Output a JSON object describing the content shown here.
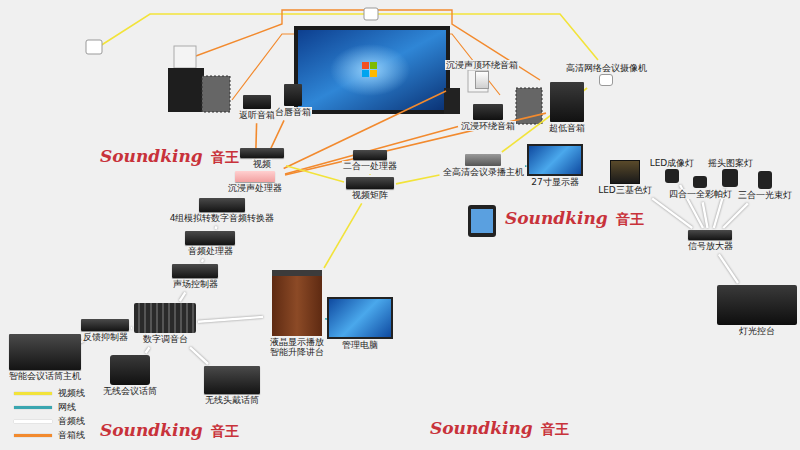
{
  "diagram": {
    "nodes": [
      {
        "text": [
          "沉浸声顶环绕音箱"
        ]
      },
      {
        "text": [
          "高清网络会议摄像机"
        ]
      },
      {
        "text": [
          "返听音箱"
        ]
      },
      {
        "text": [
          "台唇音箱"
        ]
      },
      {
        "text": [
          "沉浸环绕音箱"
        ]
      },
      {
        "text": [
          "超低音箱"
        ]
      },
      {
        "text": [
          "视频"
        ]
      },
      {
        "text": [
          "沉浸声处理器"
        ]
      },
      {
        "text": [
          "二合一处理器"
        ]
      },
      {
        "text": [
          "视频矩阵"
        ]
      },
      {
        "text": [
          "全高清会议录播主机"
        ]
      },
      {
        "text": [
          "27寸显示器"
        ]
      },
      {
        "text": [
          "4组模拟转数字音频转换器"
        ]
      },
      {
        "text": [
          "音频处理器"
        ]
      },
      {
        "text": [
          "声场控制器"
        ]
      },
      {
        "text": [
          "反馈抑制器"
        ]
      },
      {
        "text": [
          "数字调音台"
        ]
      },
      {
        "text": [
          "液晶显示播放 智能升降讲台"
        ]
      },
      {
        "text": [
          "管理电脑"
        ]
      },
      {
        "text": [
          "智能会议话筒主机"
        ]
      },
      {
        "text": [
          "无线会议话筒"
        ]
      },
      {
        "text": [
          "无线头戴话筒"
        ]
      },
      {
        "text": [
          "LED成像灯"
        ]
      },
      {
        "text": [
          "摇头图案灯"
        ]
      },
      {
        "text": [
          "LED三基色灯"
        ]
      },
      {
        "text": [
          "四合一全彩帕灯"
        ]
      },
      {
        "text": [
          "三合一光束灯"
        ]
      },
      {
        "text": [
          "信号放大器"
        ]
      },
      {
        "text": [
          "灯光控台"
        ]
      }
    ],
    "edges": [
      {
        "from": 19,
        "to": 15,
        "arrow": "none"
      },
      {
        "from": 15,
        "to": 16,
        "arrow": "none"
      },
      {
        "from": 20,
        "to": 16,
        "arrow": "none"
      },
      {
        "from": 21,
        "to": 16,
        "arrow": "none"
      },
      {
        "from": 16,
        "to": 14,
        "arrow": "none"
      },
      {
        "from": 14,
        "to": 13,
        "arrow": "none"
      },
      {
        "from": 13,
        "to": 12,
        "arrow": "none"
      },
      {
        "from": 12,
        "to": 7,
        "arrow": "none"
      },
      {
        "from": 7,
        "to": 2,
        "arrow": "none"
      },
      {
        "from": 7,
        "to": 3,
        "arrow": "none"
      },
      {
        "from": 7,
        "to": 4,
        "arrow": "none"
      },
      {
        "from": 7,
        "to": 5,
        "arrow": "none"
      },
      {
        "from": 7,
        "to": 0,
        "arrow": "none"
      },
      {
        "from": 16,
        "to": 17,
        "arrow": "none"
      },
      {
        "from": 17,
        "to": 9,
        "arrow": "none"
      },
      {
        "from": 9,
        "to": 8,
        "arrow": "none"
      },
      {
        "from": 6,
        "to": 9,
        "arrow": "none"
      },
      {
        "from": 9,
        "to": 10,
        "arrow": "none"
      },
      {
        "from": 1,
        "to": 10,
        "arrow": "none"
      },
      {
        "from": 10,
        "to": 11,
        "arrow": "none"
      },
      {
        "from": 17,
        "to": 18,
        "arrow": "none"
      },
      {
        "from": 28,
        "to": 27,
        "arrow": "none"
      },
      {
        "from": 27,
        "to": 22,
        "arrow": "none"
      },
      {
        "from": 27,
        "to": 23,
        "arrow": "none"
      },
      {
        "from": 27,
        "to": 24,
        "arrow": "none"
      },
      {
        "from": 27,
        "to": 25,
        "arrow": "none"
      },
      {
        "from": 27,
        "to": 26,
        "arrow": "none"
      }
    ],
    "labels": [
      "Soundking",
      "音王",
      "Soundking",
      "音王",
      "Soundking",
      "音王",
      "Soundking",
      "音王"
    ],
    "legend": [
      {
        "text": "视频线",
        "color": "#f2e33a"
      },
      {
        "text": "网线",
        "color": "#3aa6b0"
      },
      {
        "text": "音频线",
        "color": "#ffffff"
      },
      {
        "text": "音箱线",
        "color": "#f28a2e"
      }
    ]
  }
}
